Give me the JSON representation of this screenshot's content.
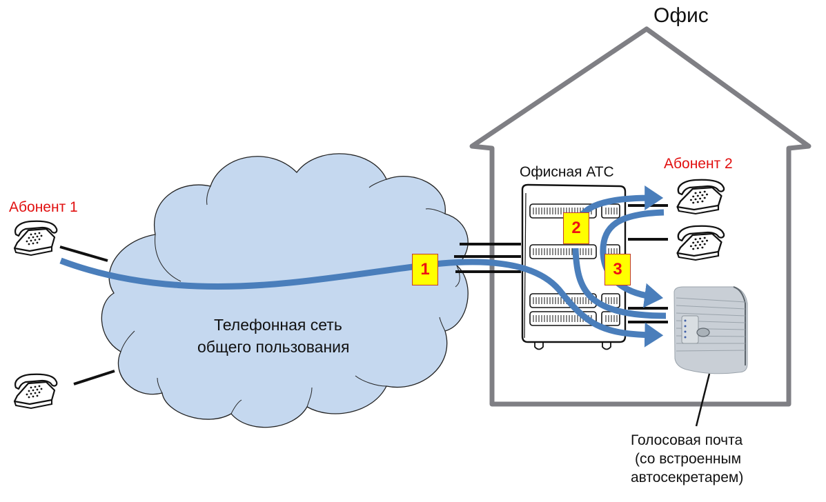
{
  "title": "Офис",
  "cloud": {
    "label_line1": "Телефонная сеть",
    "label_line2": "общего пользования",
    "fill": "#c5d8ef"
  },
  "pbx": {
    "label": "Офисная АТС"
  },
  "subscribers": {
    "subscriber1": "Абонент 1",
    "subscriber2": "Абонент 2"
  },
  "voicemail": {
    "line1": "Голосовая почта",
    "line2": "(со встроенным",
    "line3": "автосекретарем)"
  },
  "steps": [
    "1",
    "2",
    "3"
  ],
  "colors": {
    "flow_arrow": "#4a7ebb",
    "house_outline": "#7f7f84",
    "badge_fill": "#ffff00",
    "badge_text": "#ee1111",
    "subscriber_label": "#e10f0f"
  }
}
